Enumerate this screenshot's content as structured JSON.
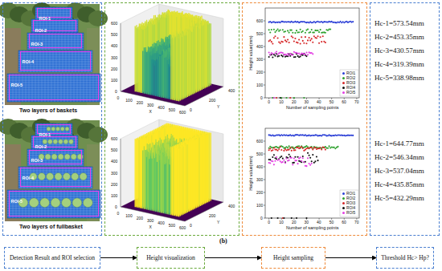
{
  "diagram": {
    "caption": "(b)",
    "nodes": [
      {
        "text": [
          "Two layers of baskets",
          "Two layers of fullbasket"
        ]
      },
      {
        "text": [
          "ROI-1"
        ],
        "in": 0
      },
      {
        "text": [
          "ROI-2"
        ],
        "in": 0
      },
      {
        "text": [
          "ROI-3"
        ],
        "in": 0
      },
      {
        "text": [
          "ROI-4"
        ],
        "in": 0
      },
      {
        "text": [
          "ROI-5"
        ],
        "in": 0
      },
      {
        "text": [
          "ROI-1"
        ],
        "in": 0
      },
      {
        "text": [
          "ROI-2"
        ],
        "in": 0
      },
      {
        "text": [
          "ROI-3"
        ],
        "in": 0
      },
      {
        "text": [
          "ROI-4"
        ],
        "in": 0
      },
      {
        "text": [
          "ROI-5"
        ],
        "in": 0
      },
      {
        "text": [
          "0",
          "100",
          "200",
          "300",
          "400",
          "500",
          "600",
          "0",
          "100",
          "200",
          "300",
          "400",
          "500",
          "600",
          "X",
          "0",
          "200",
          "400",
          "Y",
          "0",
          "100",
          "200",
          "300",
          "400",
          "500",
          "600",
          "0",
          "100",
          "200",
          "300",
          "400",
          "500",
          "600",
          "X",
          "0",
          "200",
          "400",
          "Y"
        ]
      },
      {
        "text": [
          "0",
          "100",
          "200",
          "300",
          "400",
          "500",
          "600",
          "0",
          "10",
          "20",
          "30",
          "40",
          "50",
          "60",
          "70",
          "Height value(mm)",
          "Number of sampling points",
          "0",
          "100",
          "200",
          "300",
          "400",
          "500",
          "600",
          "0",
          "10",
          "20",
          "30",
          "40",
          "50",
          "60",
          "70",
          "Height value(mm)",
          "Number of sampling points"
        ]
      },
      {
        "text": [
          "Hc-1=573.54mm",
          "Hc-2=453.35mm",
          "Hc-3=430.57mm",
          "Hc-4=319.39mm",
          "Hc-5=338.98mm",
          "Hc-1=644.77mm",
          "Hc-2=546.34mm",
          "Hc-3=537.04mm",
          "Hc-4=435.85mm",
          "Hc-5=432.29mm"
        ]
      },
      {
        "text": [
          "Detection Result and ROI selection"
        ]
      },
      {
        "text": [
          "Height visualization"
        ]
      },
      {
        "text": [
          "Height sampling"
        ]
      },
      {
        "text": [
          "Threshold Hc> Hp?"
        ]
      }
    ],
    "edges": [
      {
        "from": 14,
        "to": 15,
        "arrow": "to"
      },
      {
        "from": 15,
        "to": 16,
        "arrow": "to"
      },
      {
        "from": 16,
        "to": 17,
        "arrow": "to"
      }
    ],
    "legend": [
      {
        "text": "ROI1",
        "color": "#2b3fd6"
      },
      {
        "text": "ROI2",
        "color": "#2ca02c"
      },
      {
        "text": "ROI3",
        "color": "#d62728"
      },
      {
        "text": "ROI4",
        "color": "#111111"
      },
      {
        "text": "ROI5",
        "color": "#e23de2"
      },
      {
        "text": "ROI1",
        "color": "#2b3fd6"
      },
      {
        "text": "ROI2",
        "color": "#2ca02c"
      },
      {
        "text": "ROI3",
        "color": "#d62728"
      },
      {
        "text": "ROI4",
        "color": "#111111"
      },
      {
        "text": "ROI5",
        "color": "#e23de2"
      }
    ]
  }
}
